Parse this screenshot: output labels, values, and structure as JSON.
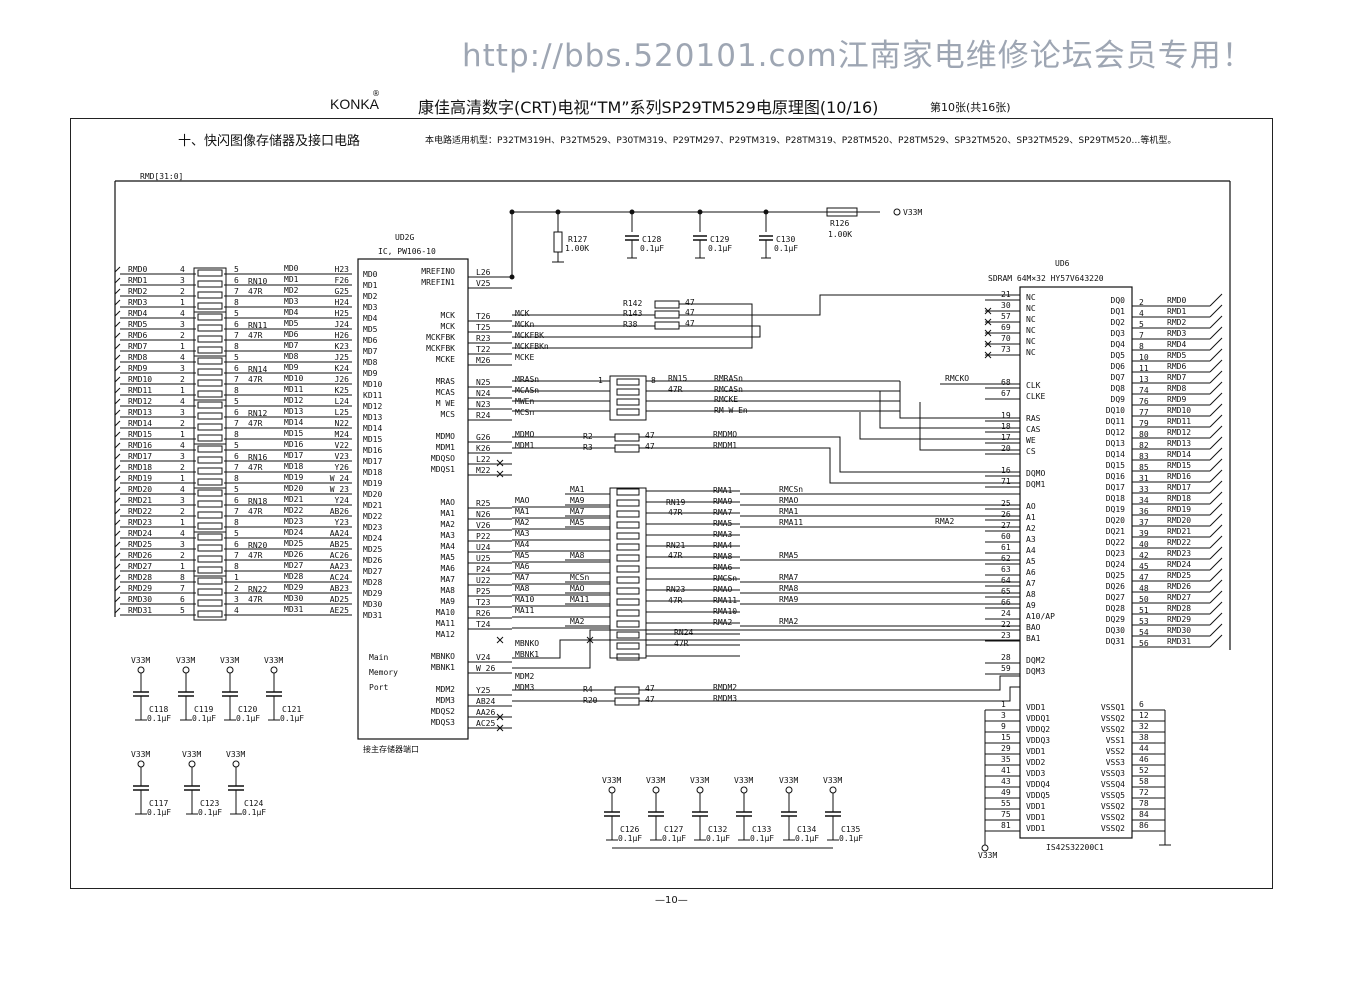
{
  "watermark": "http://bbs.520101.com江南家电维修论坛会员专用！",
  "header": {
    "brand": "KONKA",
    "registered": "®",
    "title": "康佳高清数字(CRT)电视“TM”系列SP29TM529电原理图(10/16)",
    "page_info": "第10张(共16张)"
  },
  "section": {
    "title": "十、快闪图像存储器及接口电路",
    "models": "本电路适用机型：P32TM319H、P32TM529、P30TM319、P29TM297、P29TM319、P28TM319、P28TM520、P28TM529、SP32TM520、SP32TM529、SP29TM520…等机型。",
    "bus_label": "RMD[31:0]"
  },
  "ud2g": {
    "ref": "UD2G",
    "part": "IC, PW106-10",
    "port_label": [
      "Main",
      "Memory",
      "Port"
    ],
    "caption": "接主存储器端口",
    "left_pins": [
      "MD0",
      "MD1",
      "MD2",
      "MD3",
      "MD4",
      "MD5",
      "MD6",
      "MD7",
      "MD8",
      "MD9",
      "MD10",
      "KD11",
      "MD12",
      "MD13",
      "MD14",
      "MD15",
      "MD16",
      "MD17",
      "MD18",
      "MD19",
      "MD20",
      "MD21",
      "MD22",
      "MD23",
      "MD24",
      "MD25",
      "MD26",
      "MD27",
      "MD28",
      "MD29",
      "MD30",
      "MD31"
    ],
    "left_balls": [
      "H23",
      "F26",
      "G25",
      "H24",
      "H25",
      "J24",
      "H26",
      "K23",
      "J25",
      "K24",
      "J26",
      "K25",
      "L24",
      "L25",
      "N22",
      "M24",
      "V22",
      "V23",
      "Y26",
      "W 24",
      "W 23",
      "Y24",
      "AB26",
      "Y23",
      "AA24",
      "AB25",
      "AC26",
      "AA23",
      "AC24",
      "AB23",
      "AD25",
      "AE25"
    ],
    "right_pins": [
      "MREFINO",
      "MREFIN1",
      "",
      "",
      "MCK",
      "MCK",
      "MCKFBK",
      "MCKFBK",
      "MCKE",
      "",
      "MRAS",
      "MCAS",
      "M WE",
      "MCS",
      "",
      "MDMO",
      "MDM1",
      "MDQSO",
      "MDQS1",
      "",
      "",
      "MAO",
      "MA1",
      "MA2",
      "MA3",
      "MA4",
      "MA5",
      "MA6",
      "MA7",
      "MA8",
      "MA9",
      "MA10",
      "MA11",
      "MA12",
      "",
      "MBNKO",
      "MBNK1",
      "",
      "MDM2",
      "MDM3",
      "MDQS2",
      "MDQS3"
    ],
    "right_balls": [
      "L26",
      "V25",
      "",
      "",
      "T26",
      "T25",
      "R23",
      "T22",
      "M26",
      "",
      "N25",
      "N24",
      "N23",
      "R24",
      "",
      "G26",
      "K26",
      "L22",
      "M22",
      "",
      "",
      "R25",
      "N26",
      "V26",
      "P22",
      "U24",
      "U25",
      "P24",
      "U22",
      "P25",
      "T23",
      "R26",
      "T24",
      "",
      "",
      "V24",
      "W 26",
      "",
      "Y25",
      "AB24",
      "AA26",
      "AC25"
    ],
    "right_nets": [
      "",
      "",
      "",
      "",
      "MCK",
      "MCKn",
      "MCKFBK",
      "MCKFBKn",
      "MCKE",
      "",
      "MRASn",
      "MCASn",
      "MWEn",
      "MCSn",
      "",
      "MDMO",
      "MDM1",
      "",
      "",
      "",
      "",
      "MAO",
      "MA1",
      "MA2",
      "MA3",
      "MA4",
      "MA5",
      "MA6",
      "MA7",
      "MA8",
      "MA10",
      "MA11",
      "",
      "",
      "MBNKO",
      "MBNK1",
      "",
      "MDM2",
      "MDM3",
      "",
      ""
    ]
  },
  "rmd_nets": [
    "RMD0",
    "RMD1",
    "RMD2",
    "RMD3",
    "RMD4",
    "RMD5",
    "RMD6",
    "RMD7",
    "RMD8",
    "RMD9",
    "RMD10",
    "RMD11",
    "RMD12",
    "RMD13",
    "RMD14",
    "RMD15",
    "RMD16",
    "RMD17",
    "RMD18",
    "RMD19",
    "RMD20",
    "RMD21",
    "RMD22",
    "RMD23",
    "RMD24",
    "RMD25",
    "RMD26",
    "RMD27",
    "RMD28",
    "RMD29",
    "RMD30",
    "RMD31"
  ],
  "md_nets": [
    "MD0",
    "MD1",
    "MD2",
    "MD3",
    "MD4",
    "MD5",
    "MD6",
    "MD7",
    "MD8",
    "MD9",
    "MD10",
    "MD11",
    "MD12",
    "MD13",
    "MD14",
    "MD15",
    "MD16",
    "MD17",
    "MD18",
    "MD19",
    "MD20",
    "MD21",
    "MD22",
    "MD23",
    "MD24",
    "MD25",
    "MD26",
    "MD27",
    "MD28",
    "MD29",
    "MD30",
    "MD31"
  ],
  "rn_left_pins": [
    "4",
    "3",
    "2",
    "1",
    "4",
    "3",
    "2",
    "1",
    "4",
    "3",
    "2",
    "1",
    "4",
    "3",
    "2",
    "1",
    "4",
    "3",
    "2",
    "1",
    "4",
    "3",
    "2",
    "1",
    "4",
    "3",
    "2",
    "1",
    "8",
    "7",
    "6",
    "5"
  ],
  "rn_right_pins": [
    "5",
    "6",
    "7",
    "8",
    "5",
    "6",
    "7",
    "8",
    "5",
    "6",
    "7",
    "8",
    "5",
    "6",
    "7",
    "8",
    "5",
    "6",
    "7",
    "8",
    "5",
    "6",
    "7",
    "8",
    "5",
    "6",
    "7",
    "8",
    "1",
    "2",
    "3",
    "4"
  ],
  "rn_left": [
    {
      "ref": "RN10",
      "val": "47R"
    },
    {
      "ref": "RN11",
      "val": "47R"
    },
    {
      "ref": "RN14",
      "val": "47R"
    },
    {
      "ref": "RN12",
      "val": "47R"
    },
    {
      "ref": "RN16",
      "val": "47R"
    },
    {
      "ref": "RN18",
      "val": "47R"
    },
    {
      "ref": "RN20",
      "val": "47R"
    },
    {
      "ref": "RN22",
      "val": "47R"
    }
  ],
  "power": {
    "rail": "V33M",
    "r127": {
      "ref": "R127",
      "val": "1.00K"
    },
    "r126": {
      "ref": "R126",
      "val": "1.00K"
    },
    "c128": {
      "ref": "C128",
      "val": "0.1μF"
    },
    "c129": {
      "ref": "C129",
      "val": "0.1μF"
    },
    "c130": {
      "ref": "C130",
      "val": "0.1μF"
    }
  },
  "series_res": [
    {
      "ref": "R142",
      "val": "47"
    },
    {
      "ref": "R143",
      "val": "47"
    },
    {
      "ref": "R38",
      "val": "47"
    },
    {
      "ref": "R2",
      "val": "47"
    },
    {
      "ref": "R3",
      "val": "47"
    },
    {
      "ref": "R4",
      "val": "47"
    },
    {
      "ref": "R20",
      "val": "47"
    }
  ],
  "mid_nets": {
    "rmrasn": "RMRASn",
    "rmcasn": "RMCASn",
    "rmcke": "RMCKE",
    "rmwen": "RM W En",
    "rn15": "RN15",
    "rn15v": "47R",
    "rmdmo": "RMDMO",
    "rmdm1": "RMDM1",
    "rmdm2": "RMDM2",
    "rmdm3": "RMDM3",
    "rmcko": "RMCKO",
    "rn19": "RN19",
    "rn21": "RN21",
    "rn23": "RN23",
    "rn24": "RN24",
    "v47r": "47R",
    "rma": [
      "RMA1",
      "RMA9",
      "RMA7",
      "RMA5",
      "RMA3",
      "RMA4",
      "RMA8",
      "RMA6",
      "RMCSn",
      "RMAO",
      "RMA11",
      "RMA10",
      "RMA2"
    ],
    "rmb": [
      "RMCSn",
      "RMAO",
      "RMA1",
      "RMA11",
      "RMA5",
      "RMA7",
      "RMA8",
      "RMA9",
      "RMA2"
    ],
    "ma_left": [
      "MA1",
      "MA9",
      "MA7",
      "MA5",
      "MA8",
      "MCSn",
      "MAO",
      "MA11",
      "MA2"
    ]
  },
  "ud6": {
    "ref": "UD6",
    "part": "SDRAM 64M×32 HY57V643220",
    "caption": "IS42S32200C1",
    "left_pins": [
      "NC",
      "NC",
      "NC",
      "NC",
      "NC",
      "NC",
      "",
      "",
      "CLK",
      "CLKE",
      "",
      "RAS",
      "CAS",
      "WE",
      "CS",
      "",
      "DQMO",
      "DQM1",
      "",
      "AO",
      "A1",
      "A2",
      "A3",
      "A4",
      "A5",
      "A6",
      "A7",
      "A8",
      "A9",
      "A10/AP",
      "BAO",
      "BA1",
      "",
      "DQM2",
      "DQM3",
      "",
      "VDD1",
      "VDDQ1",
      "VDDQ2",
      "VDDQ3",
      "VDD1",
      "VDD2",
      "VDD3",
      "VDDQ4",
      "VDDQ5",
      "VDD1",
      "VDD1",
      "VDD1"
    ],
    "left_nums": [
      "21",
      "30",
      "57",
      "69",
      "70",
      "73",
      "",
      "",
      "68",
      "67",
      "",
      "19",
      "18",
      "17",
      "20",
      "",
      "16",
      "71",
      "",
      "25",
      "26",
      "27",
      "60",
      "61",
      "62",
      "63",
      "64",
      "65",
      "66",
      "24",
      "22",
      "23",
      "",
      "28",
      "59",
      "",
      "1",
      "3",
      "9",
      "15",
      "29",
      "35",
      "41",
      "43",
      "49",
      "55",
      "75",
      "81"
    ],
    "right_pins": [
      "DQ0",
      "DQ1",
      "DQ2",
      "DQ3",
      "DQ4",
      "DQ5",
      "DQ6",
      "DQ7",
      "DQ8",
      "DQ9",
      "DQ10",
      "DQ11",
      "DQ12",
      "DQ13",
      "DQ14",
      "DQ15",
      "DQ16",
      "DQ17",
      "DQ18",
      "DQ19",
      "DQ20",
      "DQ21",
      "DQ22",
      "DQ23",
      "DQ24",
      "DQ25",
      "DQ26",
      "DQ27",
      "DQ28",
      "DQ29",
      "DQ30",
      "DQ31"
    ],
    "right_nums": [
      "2",
      "4",
      "5",
      "7",
      "8",
      "10",
      "11",
      "13",
      "74",
      "76",
      "77",
      "79",
      "80",
      "82",
      "83",
      "85",
      "31",
      "33",
      "34",
      "36",
      "37",
      "39",
      "40",
      "42",
      "45",
      "47",
      "48",
      "50",
      "51",
      "53",
      "54",
      "56"
    ],
    "right_nets": [
      "RMD0",
      "RMD1",
      "RMD2",
      "RMD3",
      "RMD4",
      "RMD5",
      "RMD6",
      "RMD7",
      "RMD8",
      "RMD9",
      "RMD10",
      "RMD11",
      "RMD12",
      "RMD13",
      "RMD14",
      "RMD15",
      "RMD16",
      "RMD17",
      "RMD18",
      "RMD19",
      "RMD20",
      "RMD21",
      "RMD22",
      "RMD23",
      "RMD24",
      "RMD25",
      "RMD26",
      "RMD27",
      "RMD28",
      "RMD29",
      "RMD30",
      "RMD31"
    ],
    "vss_pins": [
      "VSSQ1",
      "VSSQ2",
      "VSSQ2",
      "VSS1",
      "VSS2",
      "VSS3",
      "VSSQ3",
      "VSSQ4",
      "VSSQ5",
      "VSSQ2",
      "VSSQ2",
      "VSSQ2"
    ],
    "vss_nums": [
      "6",
      "12",
      "32",
      "38",
      "44",
      "46",
      "52",
      "58",
      "72",
      "78",
      "84",
      "86"
    ],
    "vdd_rail": "V33M"
  },
  "decoupling": {
    "rail": "V33M",
    "row1": [
      {
        "ref": "C118",
        "val": "0.1μF"
      },
      {
        "ref": "C119",
        "val": "0.1μF"
      },
      {
        "ref": "C120",
        "val": "0.1μF"
      },
      {
        "ref": "C121",
        "val": "0.1μF"
      }
    ],
    "row2": [
      {
        "ref": "C117",
        "val": "0.1μF"
      },
      {
        "ref": "C123",
        "val": "0.1μF"
      },
      {
        "ref": "C124",
        "val": "0.1μF"
      }
    ],
    "row3": [
      {
        "ref": "C126",
        "val": "0.1μF"
      },
      {
        "ref": "C127",
        "val": "0.1μF"
      },
      {
        "ref": "C132",
        "val": "0.1μF"
      },
      {
        "ref": "C133",
        "val": "0.1μF"
      },
      {
        "ref": "C134",
        "val": "0.1μF"
      },
      {
        "ref": "C135",
        "val": "0.1μF"
      }
    ]
  },
  "footer": "—10—"
}
